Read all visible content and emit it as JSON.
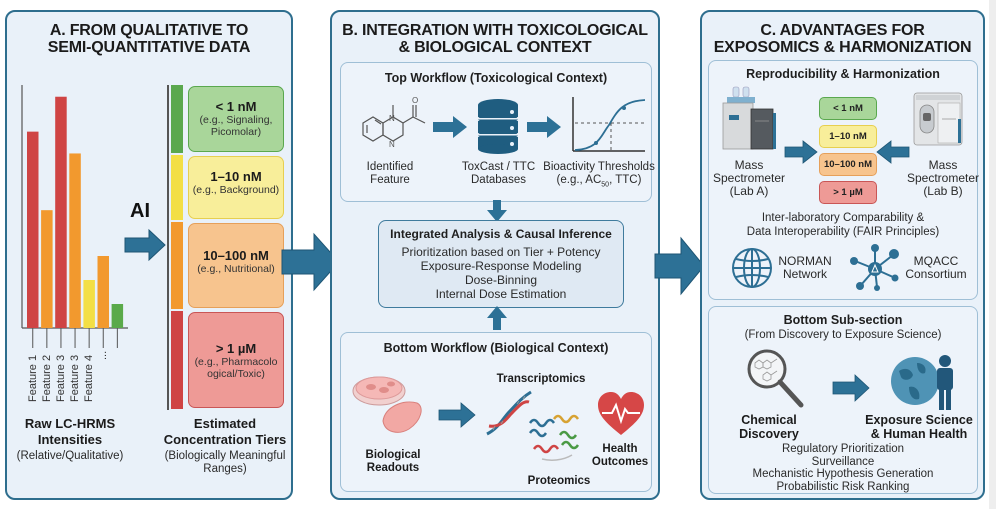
{
  "panel_a": {
    "title_line1": "A. FROM QUALITATIVE TO",
    "title_line2": "SEMI-QUANTITATIVE DATA",
    "ai_label": "AI",
    "chart_data": {
      "type": "bar",
      "title": "",
      "xlabel": "",
      "ylabel": "",
      "categories": [
        "Feature 1",
        "Feature 2",
        "Feature 3",
        "Feature 3",
        "Feature 4",
        "...",
        ""
      ],
      "values": [
        90,
        54,
        106,
        80,
        22,
        33,
        11
      ],
      "colors": [
        "#cf4444",
        "#f2992e",
        "#cf4444",
        "#f2992e",
        "#f3df45",
        "#f2992e",
        "#5aaa4a"
      ],
      "ylim": [
        0,
        110
      ],
      "grid": false,
      "note": "relative intensities, unlabelled axis"
    },
    "raw_label_line1": "Raw LC-HRMS",
    "raw_label_line2": "Intensities",
    "raw_label_sub": "(Relative/Qualitative)",
    "tiers": [
      {
        "title": "< 1 nM",
        "sub1": "(e.g., Signaling,",
        "sub2": "Picomolar)",
        "color": "#5aa84e",
        "bg": "#a9d69a",
        "border": "#5aa84e"
      },
      {
        "title": "1–10 nM",
        "sub1": "(e.g., Background)",
        "sub2": "",
        "color": "#f3df45",
        "bg": "#f8ee9a",
        "border": "#e7cf4f"
      },
      {
        "title": "10–100 nM",
        "sub1": "(e.g., Nutritional)",
        "sub2": "",
        "color": "#f2992e",
        "bg": "#f7c48e",
        "border": "#e6a05a"
      },
      {
        "title": "> 1 µM",
        "sub1": "(e.g., Pharmacolo",
        "sub2": "ogical/Toxic)",
        "color": "#cf4444",
        "bg": "#ee9a96",
        "border": "#c95656"
      }
    ],
    "tiers_label_line1": "Estimated",
    "tiers_label_line2": "Concentration Tiers",
    "tiers_label_sub1": "(Biologically Meaningful",
    "tiers_label_sub2": "Ranges)"
  },
  "panel_b": {
    "title_line1": "B. INTEGRATION WITH TOXICOLOGICAL",
    "title_line2": "& BIOLOGICAL CONTEXT",
    "top": {
      "title": "Top Workflow (Toxicological Context)",
      "items": [
        {
          "line1": "Identified",
          "line2": "Feature"
        },
        {
          "line1": "ToxCast / TTC",
          "line2": "Databases"
        },
        {
          "line1": "Bioactivity Thresholds",
          "line2_pre": "(e.g., AC",
          "line2_sub": "50",
          "line2_post": ", TTC)"
        }
      ]
    },
    "integrated": {
      "title": "Integrated Analysis & Causal Inference",
      "lines": [
        "Prioritization based on Tier + Potency",
        "Exposure-Response Modeling",
        "Dose-Binning",
        "Internal Dose Estimation"
      ]
    },
    "bottom": {
      "title": "Bottom Workflow (Biological Context)",
      "readouts_line1": "Biological",
      "readouts_line2": "Readouts",
      "transcriptomics": "Transcriptomics",
      "proteomics": "Proteomics",
      "health_line1": "Health",
      "health_line2": "Outcomes"
    }
  },
  "panel_c": {
    "title_line1": "C. ADVANTAGES FOR",
    "title_line2": "EXPOSOMICS & HARMONIZATION",
    "repro": {
      "title": "Reproducibility & Harmonization",
      "lab_a_line1": "Mass",
      "lab_a_line2": "Spectrometer",
      "lab_a_line3": "(Lab A)",
      "lab_b_line1": "Mass",
      "lab_b_line2": "Spectrometer",
      "lab_b_line3": "(Lab B)",
      "tiers": [
        "< 1 nM",
        "1–10 nM",
        "10–100 nM",
        "> 1 µM"
      ],
      "comparability_line1": "Inter-laboratory Comparability &",
      "comparability_line2": "Data Interoperability (FAIR Principles)",
      "norman_line1": "NORMAN",
      "norman_line2": "Network",
      "mqacc_line1": "MQACC",
      "mqacc_line2": "Consortium"
    },
    "bottom": {
      "title": "Bottom Sub-section",
      "subtitle": "(From Discovery to Exposure Science)",
      "chem_line1": "Chemical",
      "chem_line2": "Discovery",
      "exp_line1": "Exposure Science",
      "exp_line2": "& Human Health",
      "lines": [
        "Regulatory Prioritization",
        "Surveillance",
        "Mechanistic Hypothesis Generation",
        "Probabilistic Risk Ranking"
      ]
    }
  },
  "colors": {
    "arrow": "#2d7196",
    "panel_border": "#2e6e8e",
    "panel_bg": "#e9f1f9"
  }
}
